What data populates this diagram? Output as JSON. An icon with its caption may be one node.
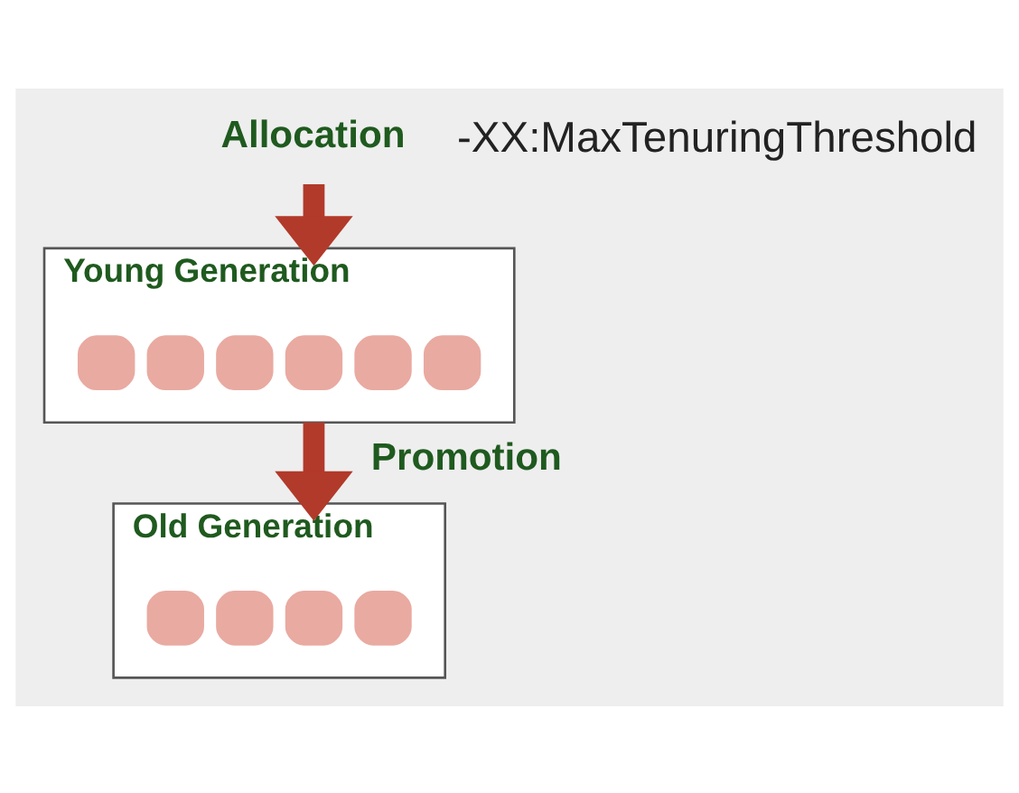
{
  "diagram": {
    "nodes": [
      {
        "text": [
          "Allocation"
        ]
      },
      {
        "text": [
          "Young Generation"
        ]
      },
      {
        "text": [],
        "shape": "box",
        "in": 1
      },
      {
        "text": [],
        "shape": "box",
        "in": 1
      },
      {
        "text": [],
        "shape": "box",
        "in": 1
      },
      {
        "text": [],
        "shape": "box",
        "in": 1
      },
      {
        "text": [],
        "shape": "box",
        "in": 1
      },
      {
        "text": [],
        "shape": "box",
        "in": 1
      },
      {
        "text": [
          "Old Generation"
        ]
      },
      {
        "text": [],
        "shape": "box",
        "in": 8
      },
      {
        "text": [],
        "shape": "box",
        "in": 8
      },
      {
        "text": [],
        "shape": "box",
        "in": 8
      },
      {
        "text": [],
        "shape": "box",
        "in": 8
      }
    ],
    "edges": [
      {
        "from": 0,
        "to": 1,
        "arrow": "to"
      },
      {
        "from": 1,
        "to": 8,
        "label": "Promotion",
        "arrow": "to"
      }
    ],
    "labels": [
      "-XX:MaxTenuringThreshold"
    ]
  }
}
